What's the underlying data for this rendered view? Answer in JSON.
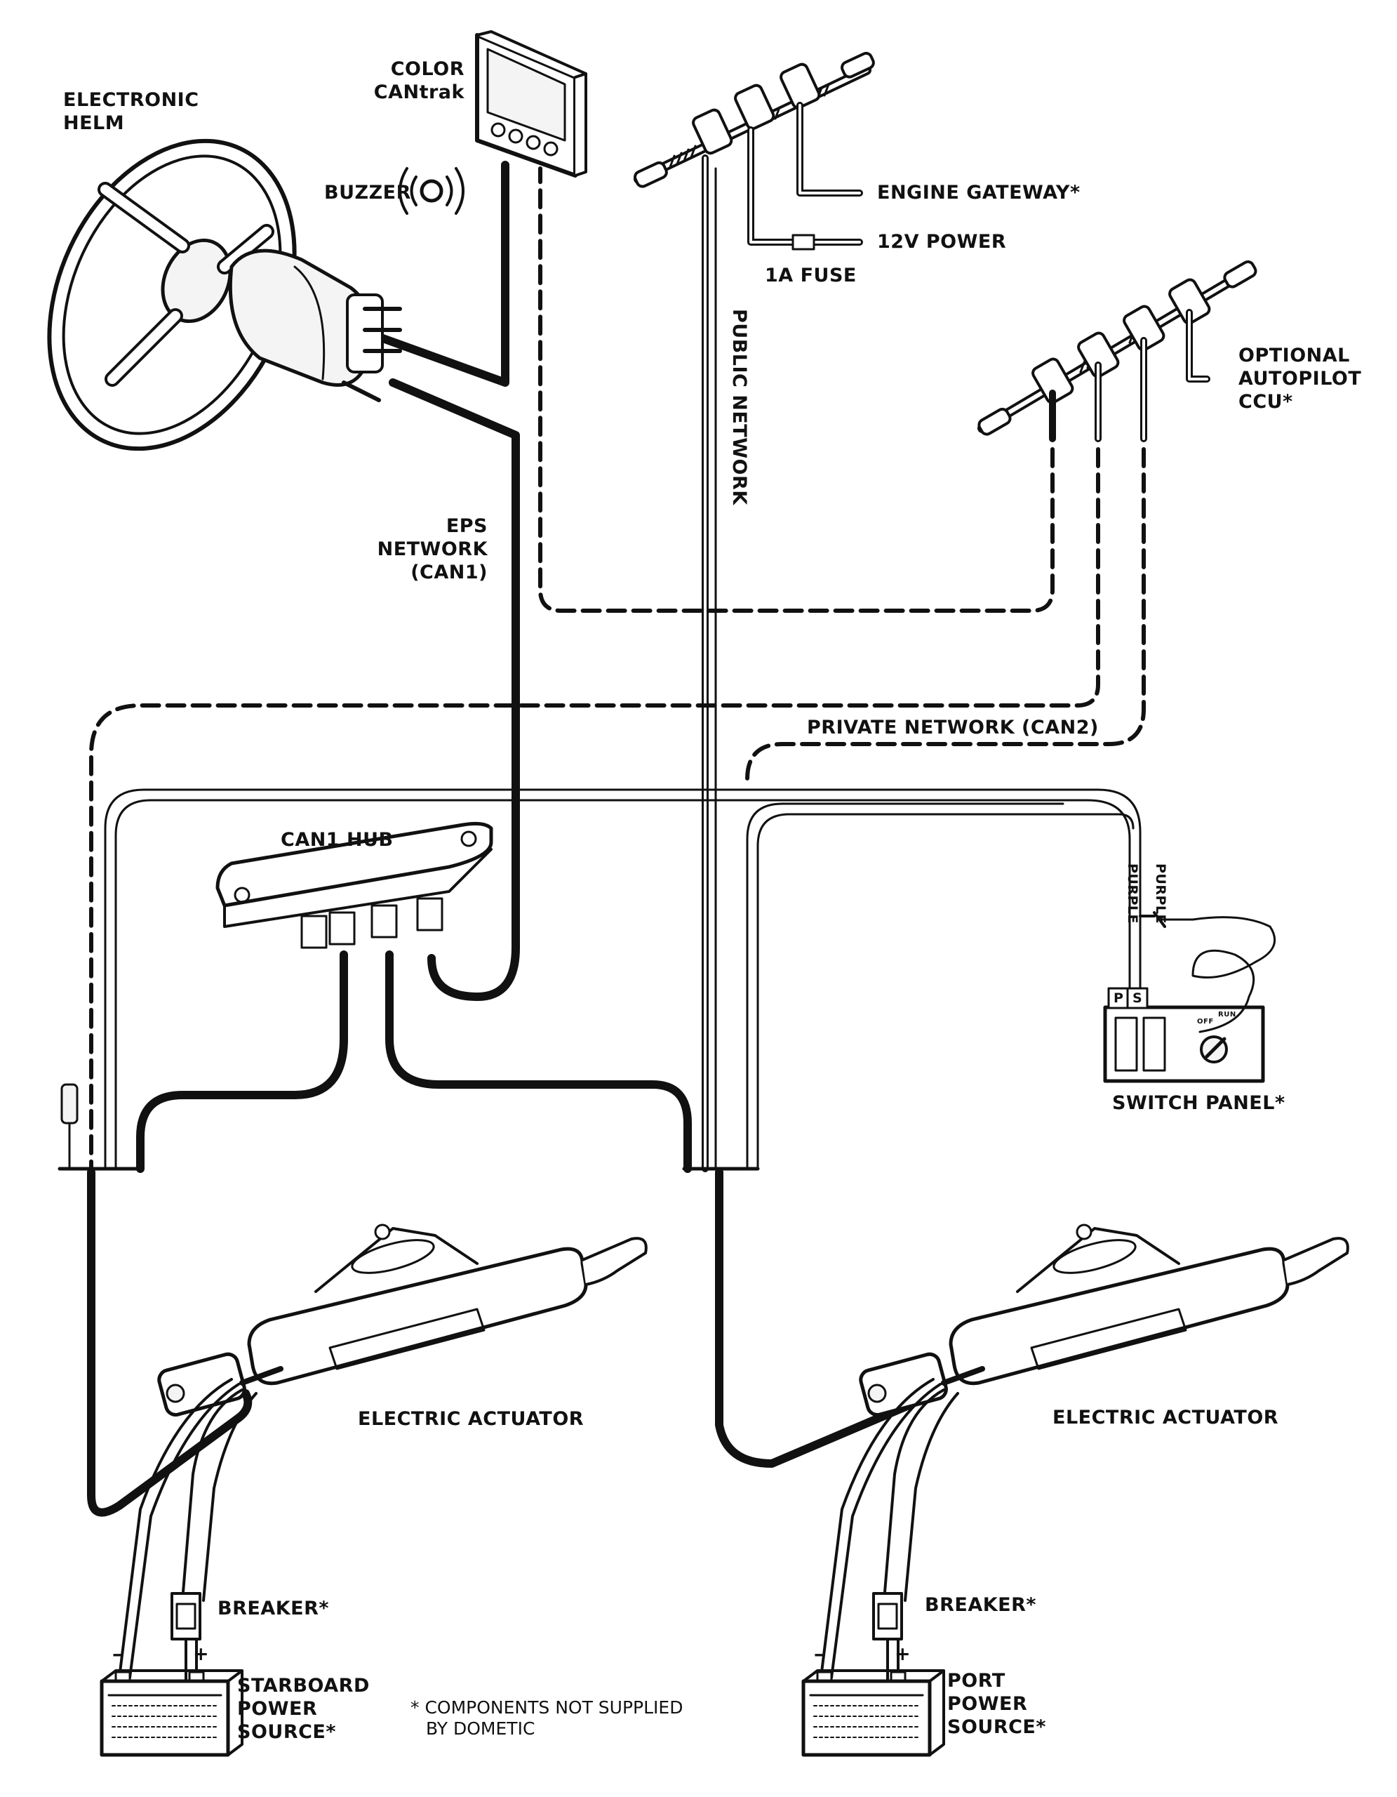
{
  "labels": {
    "electronic_helm": [
      "ELECTRONIC",
      "HELM"
    ],
    "color_cantrak": [
      "COLOR",
      "CANtrak"
    ],
    "buzzer": "BUZZER",
    "engine_gateway": "ENGINE GATEWAY*",
    "power_12v": "12V POWER",
    "fuse_1a": "1A FUSE",
    "public_network": "PUBLIC NETWORK",
    "optional_autopilot": [
      "OPTIONAL",
      "AUTOPILOT",
      "CCU*"
    ],
    "eps_network": [
      "EPS",
      "NETWORK",
      "(CAN1)"
    ],
    "private_network": "PRIVATE NETWORK (CAN2)",
    "can1_hub": "CAN1 HUB",
    "purple_1": "PURPLE",
    "purple_2": "PURPLE",
    "panel_p": "P",
    "panel_s": "S",
    "panel_off": "OFF",
    "panel_run": "RUN",
    "switch_panel": "SWITCH PANEL*",
    "electric_actuator_left": "ELECTRIC ACTUATOR",
    "electric_actuator_right": "ELECTRIC ACTUATOR",
    "breaker_left": "BREAKER*",
    "breaker_right": "BREAKER*",
    "starboard_power": [
      "STARBOARD",
      "POWER",
      "SOURCE*"
    ],
    "port_power": [
      "PORT",
      "POWER",
      "SOURCE*"
    ],
    "footnote": [
      "* COMPONENTS NOT SUPPLIED",
      "BY DOMETIC"
    ],
    "minus": "–",
    "plus": "+"
  },
  "colors": {
    "line": "#111111",
    "background": "#ffffff",
    "device_fill": "#f4f4f4"
  }
}
